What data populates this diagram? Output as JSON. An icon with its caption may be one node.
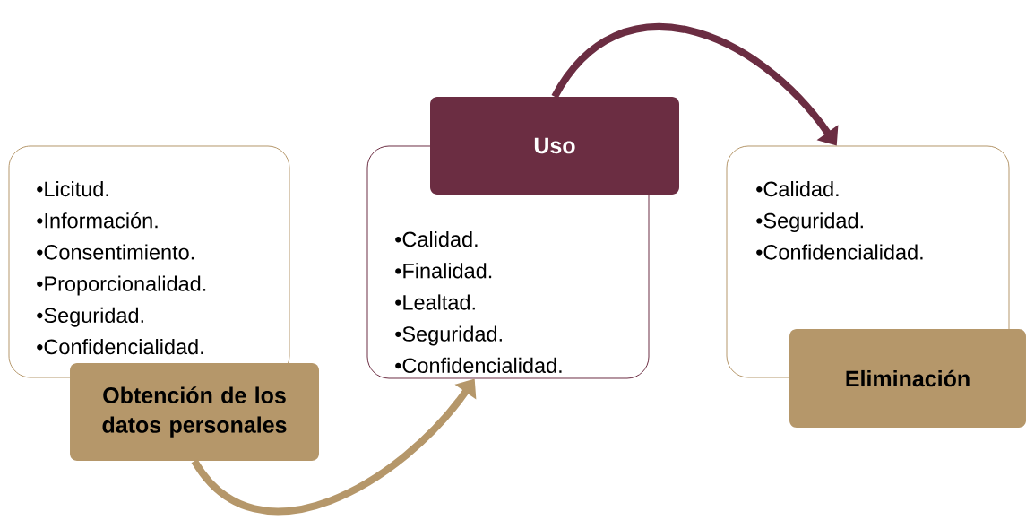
{
  "diagram": {
    "nodes": [
      {
        "text": [
          "•Licitud.",
          "•Información.",
          "•Consentimiento.",
          "•Proporcionalidad.",
          "•Seguridad.",
          "•Confidencialidad."
        ]
      },
      {
        "text": [
          "Obtención de los datos personales"
        ]
      },
      {
        "text": [
          "Uso"
        ]
      },
      {
        "text": [
          "•Calidad.",
          "•Finalidad.",
          "•Lealtad.",
          "•Seguridad.",
          "•Confidencialidad."
        ]
      },
      {
        "text": [
          "•Calidad.",
          "•Seguridad.",
          "•Confidencialidad."
        ]
      },
      {
        "text": [
          "Eliminación"
        ]
      }
    ],
    "edges": [
      {
        "from": 1,
        "to": 3,
        "arrow": "to",
        "color": "#b5976a"
      },
      {
        "from": 2,
        "to": 4,
        "arrow": "to",
        "color": "#6b2d42"
      }
    ]
  }
}
